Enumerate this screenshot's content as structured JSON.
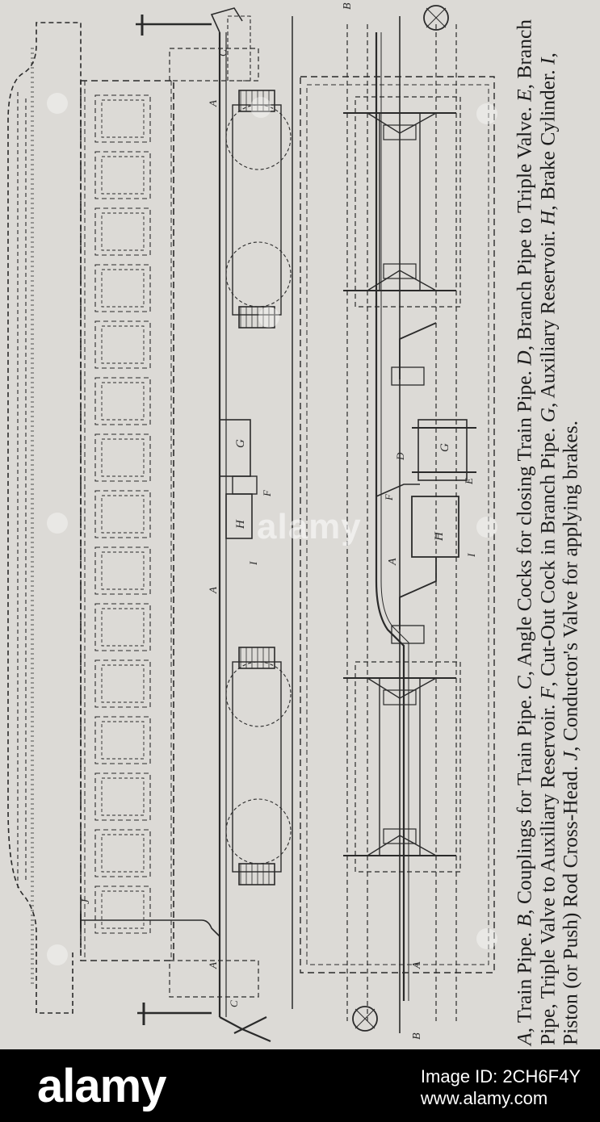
{
  "caption": {
    "parts": [
      {
        "t": "A",
        "i": true
      },
      {
        "t": ", Train Pipe.  "
      },
      {
        "t": "B",
        "i": true
      },
      {
        "t": ", Couplings for Train Pipe.  "
      },
      {
        "t": "C",
        "i": true
      },
      {
        "t": ", Angle Cocks for closing Train Pipe.  "
      },
      {
        "t": "D",
        "i": true
      },
      {
        "t": ", Branch Pipe to Triple Valve.  "
      },
      {
        "t": "E",
        "i": true
      },
      {
        "t": ", Branch Pipe, Triple Valve to Auxiliary Reservoir.  "
      },
      {
        "t": "F",
        "i": true
      },
      {
        "t": ", Cut-Out Cock in Branch Pipe.  "
      },
      {
        "t": "G",
        "i": true
      },
      {
        "t": ", Auxiliary Reservoir.  "
      },
      {
        "t": "H",
        "i": true
      },
      {
        "t": ", Brake Cylinder.  "
      },
      {
        "t": "I",
        "i": true
      },
      {
        "t": ", Piston (or Push) Rod Cross-Head.  "
      },
      {
        "t": "J",
        "i": true
      },
      {
        "t": ", Conductor's Valve for applying brakes."
      }
    ]
  },
  "labels": {
    "A": "A",
    "B": "B",
    "C": "C",
    "D": "D",
    "E": "E",
    "F": "F",
    "G": "G",
    "H": "H",
    "I": "I",
    "J": "J"
  },
  "watermark": "alamy",
  "footer": {
    "logo": "alamy",
    "image_id": "Image ID: 2CH6F4Y",
    "site": "www.alamy.com"
  },
  "colors": {
    "paper": "#dcdad6",
    "ink": "#2a2a2a",
    "footer": "#000000"
  }
}
